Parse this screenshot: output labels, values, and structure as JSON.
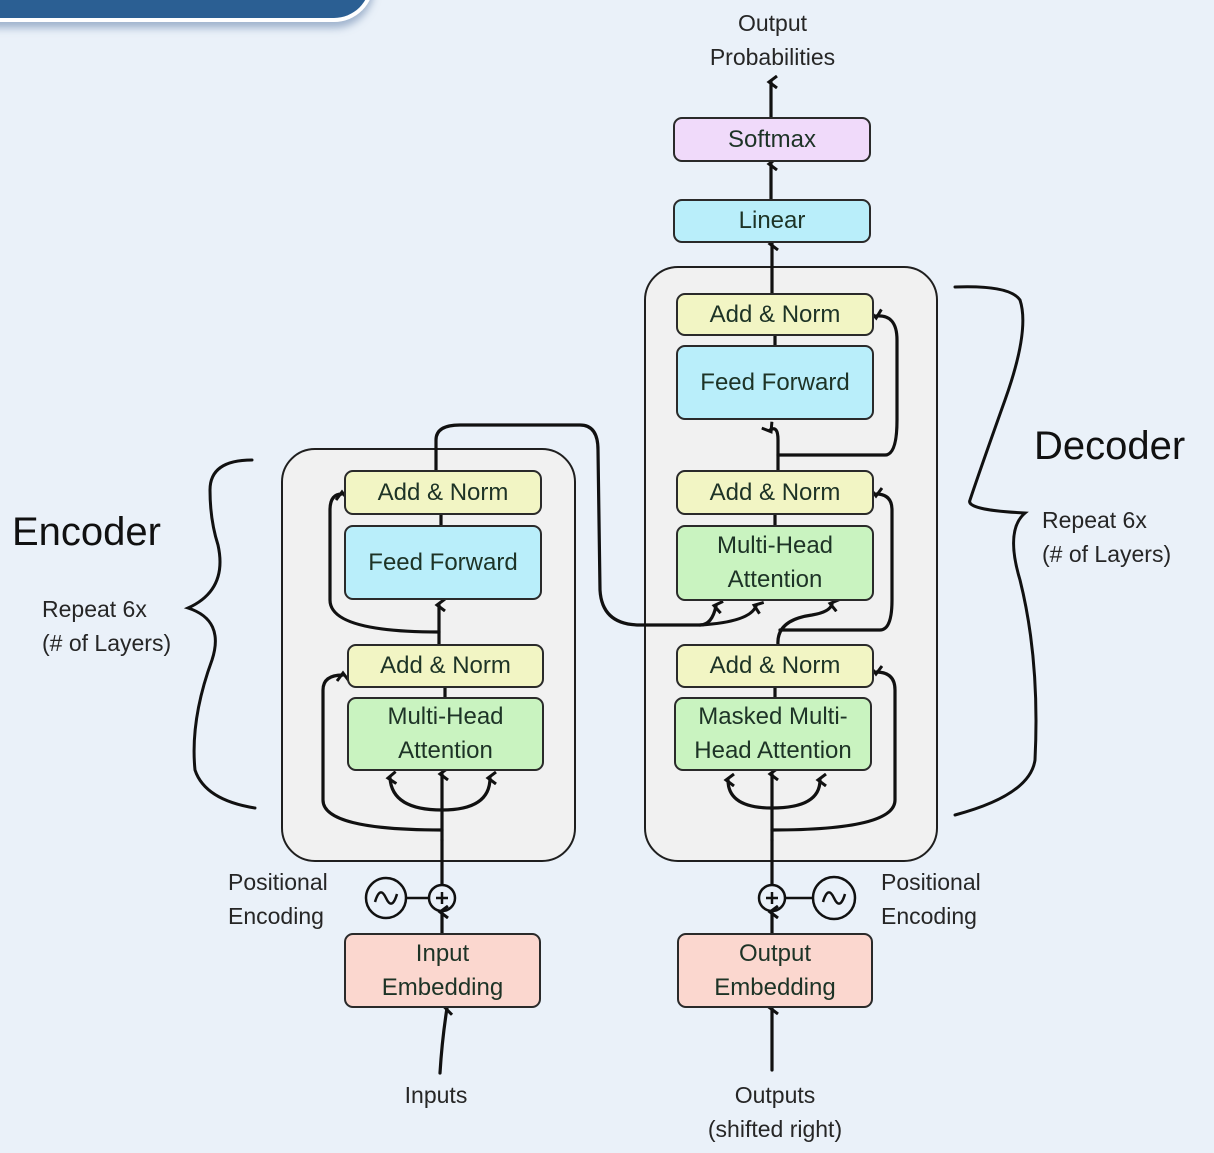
{
  "diagram": {
    "title": "Transformer Architecture",
    "output_label": "Output\nProbabilities",
    "softmax": "Softmax",
    "linear": "Linear",
    "encoder": {
      "title": "Encoder",
      "repeat": "Repeat 6x\n(# of Layers)",
      "blocks": {
        "add_norm_top": "Add & Norm",
        "feed_forward": "Feed Forward",
        "add_norm_bottom": "Add & Norm",
        "attention": "Multi-Head\nAttention"
      },
      "positional_encoding": "Positional\nEncoding",
      "embedding": "Input\nEmbedding",
      "input_label": "Inputs"
    },
    "decoder": {
      "title": "Decoder",
      "repeat": "Repeat 6x\n(# of Layers)",
      "blocks": {
        "add_norm_top": "Add & Norm",
        "feed_forward": "Feed Forward",
        "add_norm_mid": "Add & Norm",
        "cross_attention": "Multi-Head\nAttention",
        "add_norm_bottom": "Add & Norm",
        "masked_attention": "Masked Multi-\nHead Attention"
      },
      "positional_encoding": "Positional\nEncoding",
      "embedding": "Output\nEmbedding",
      "input_label": "Outputs\n(shifted right)"
    },
    "icons": {
      "sine": "~",
      "plus": "+"
    },
    "colors": {
      "background": "#eaf1f9",
      "add_norm": "#f2f5c4",
      "feed_forward": "#b9eefa",
      "attention": "#c9f3c0",
      "embedding": "#fbd7cf",
      "softmax": "#f0dafa",
      "banner": "#2b5f93"
    }
  }
}
